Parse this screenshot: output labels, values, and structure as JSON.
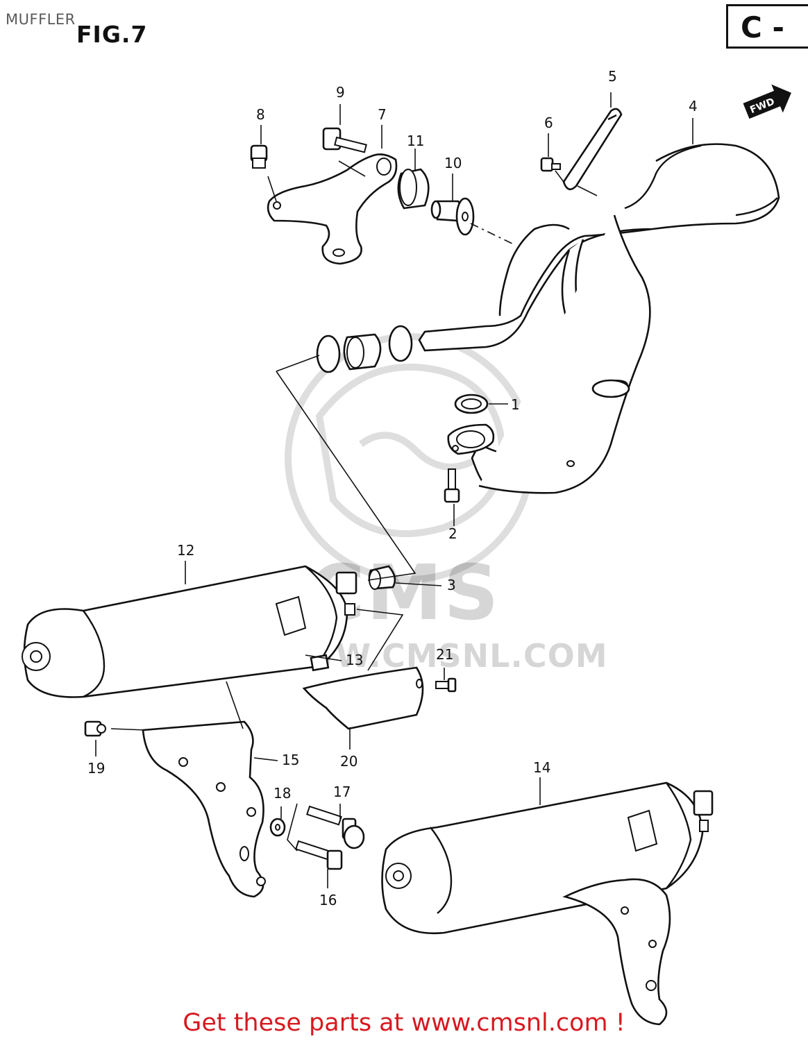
{
  "page": {
    "title": "MUFFLER",
    "figure_label": "FIG.7",
    "category_box": "C -",
    "direction_arrow": "FWD",
    "watermark_logo": "CMS",
    "watermark_url": "WWW.CMSNL.COM",
    "cta_text": "Get these parts at www.cmsnl.com !"
  },
  "callouts": [
    "1",
    "2",
    "3",
    "4",
    "5",
    "6",
    "7",
    "8",
    "9",
    "10",
    "11",
    "12",
    "13",
    "14",
    "15",
    "16",
    "17",
    "18",
    "19",
    "20",
    "21"
  ]
}
